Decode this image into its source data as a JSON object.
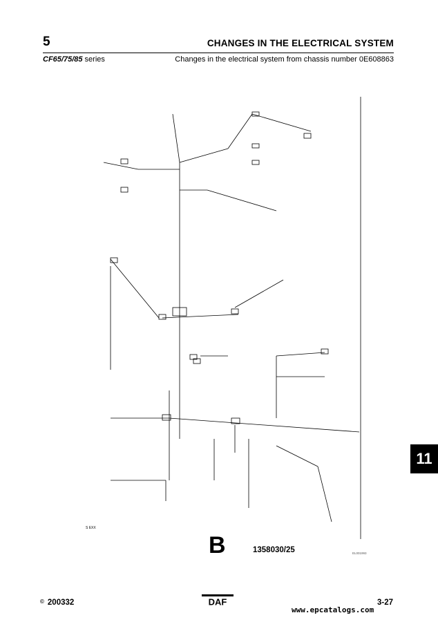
{
  "header": {
    "chapter": "5",
    "title": "CHANGES IN THE ELECTRICAL SYSTEM",
    "series_models": "CF65/75/85",
    "series_suffix": " series",
    "subtitle": "Changes in the electrical system from chassis number 0E608863"
  },
  "section_tab": "11",
  "figure": {
    "letter": "B",
    "number": "1358030/25",
    "code": "EL001993"
  },
  "footer": {
    "copyright_symbol": "©",
    "code": "200332",
    "logo": "DAF",
    "page": "3-27"
  },
  "watermark": "www.epcatalogs.com"
}
